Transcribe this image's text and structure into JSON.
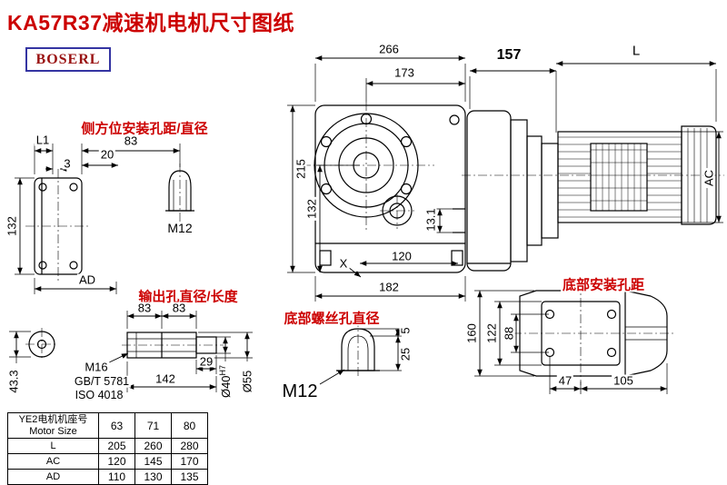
{
  "title": "KA57R37减速机电机尺寸图纸",
  "logo": "BOSERL",
  "labels": {
    "side_mount_holes": "侧方位安装孔距/直径",
    "output_hole": "输出孔直径/长度",
    "bottom_screw_hole": "底部螺丝孔直径",
    "bottom_mount_holes": "底部安装孔距",
    "thread_m12_side": "M12",
    "thread_m12_bottom": "M12",
    "thread_m16": "M16",
    "standard_gb": "GB/T 5781",
    "standard_iso": "ISO 4018"
  },
  "dims": {
    "d266": "266",
    "d173": "173",
    "d157": "157",
    "dL": "L",
    "d215": "215",
    "d132_front": "132",
    "d120": "120",
    "d182": "182",
    "d13_1": "13.1",
    "dX": "X",
    "dAC": "AC",
    "dL1": "L1",
    "d3": "3",
    "d20": "20",
    "d83_top": "83",
    "d132_side": "132",
    "dAD": "AD",
    "d83_a": "83",
    "d83_b": "83",
    "d29": "29",
    "d142": "142",
    "d40": "Ø40",
    "d40_tol": "H7",
    "d55": "Ø55",
    "d43_3": "43.3",
    "d5": "5",
    "d25": "25",
    "d160": "160",
    "d122": "122",
    "d88": "88",
    "d47": "47",
    "d105": "105"
  },
  "table": {
    "header_line1": "YE2电机机座号",
    "header_line2": "Motor Size",
    "columns": [
      "63",
      "71",
      "80"
    ],
    "rows": [
      {
        "label": "L",
        "values": [
          "205",
          "260",
          "280"
        ]
      },
      {
        "label": "AC",
        "values": [
          "120",
          "145",
          "170"
        ]
      },
      {
        "label": "AD",
        "values": [
          "110",
          "130",
          "135"
        ]
      }
    ]
  },
  "colors": {
    "accent_red": "#cc0000",
    "logo_text": "#991111",
    "logo_border": "#3434a2",
    "line": "#000000"
  }
}
